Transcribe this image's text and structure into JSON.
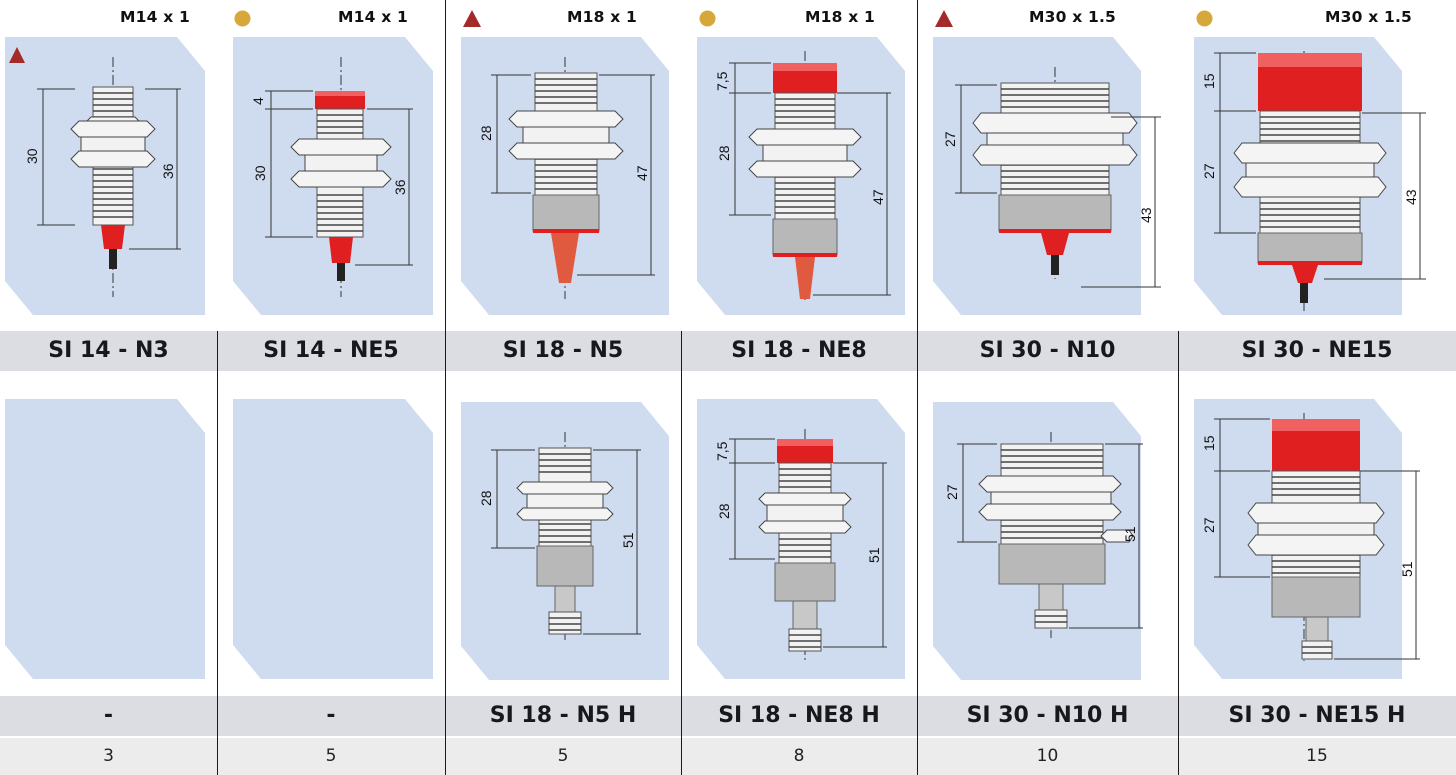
{
  "accent_colors": {
    "triangle": "#a52a2a",
    "circle": "#d6a83c",
    "panel": "#cfdcf0",
    "band": "#dcdde3",
    "number_row": "#ececed",
    "red_cap": "#e02020"
  },
  "columns": [
    {
      "thread": "M14 x 1",
      "mark": "triangle-icon",
      "model_top": "SI 14 - N3",
      "model_bottom": "-",
      "range": "3",
      "top_dims": {
        "a": "30",
        "b": "36"
      }
    },
    {
      "thread": "M14 x 1",
      "mark": "circle-icon",
      "model_top": "SI 14 - NE5",
      "model_bottom": "-",
      "range": "5",
      "top_dims": {
        "cap": "4",
        "a": "30",
        "b": "36"
      }
    },
    {
      "thread": "M18 x 1",
      "mark": "triangle-icon",
      "model_top": "SI 18 - N5",
      "model_bottom": "SI 18 - N5 H",
      "range": "5",
      "top_dims": {
        "a": "28",
        "b": "47"
      },
      "bottom_dims": {
        "a": "28",
        "b": "51"
      }
    },
    {
      "thread": "M18 x 1",
      "mark": "circle-icon",
      "model_top": "SI 18 - NE8",
      "model_bottom": "SI 18 - NE8 H",
      "range": "8",
      "top_dims": {
        "cap": "7,5",
        "a": "28",
        "b": "47"
      },
      "bottom_dims": {
        "cap": "7,5",
        "a": "28",
        "b": "51"
      }
    },
    {
      "thread": "M30 x 1.5",
      "mark": "triangle-icon",
      "model_top": "SI 30 - N10",
      "model_bottom": "SI 30 - N10 H",
      "range": "10",
      "top_dims": {
        "a": "27",
        "b": "43"
      },
      "bottom_dims": {
        "a": "27",
        "b": "51"
      }
    },
    {
      "thread": "M30 x 1.5",
      "mark": "circle-icon",
      "model_top": "SI 30 - NE15",
      "model_bottom": "SI 30 - NE15 H",
      "range": "15",
      "top_dims": {
        "cap": "15",
        "a": "27",
        "b": "43"
      },
      "bottom_dims": {
        "cap": "15",
        "a": "27",
        "b": "51"
      }
    }
  ]
}
